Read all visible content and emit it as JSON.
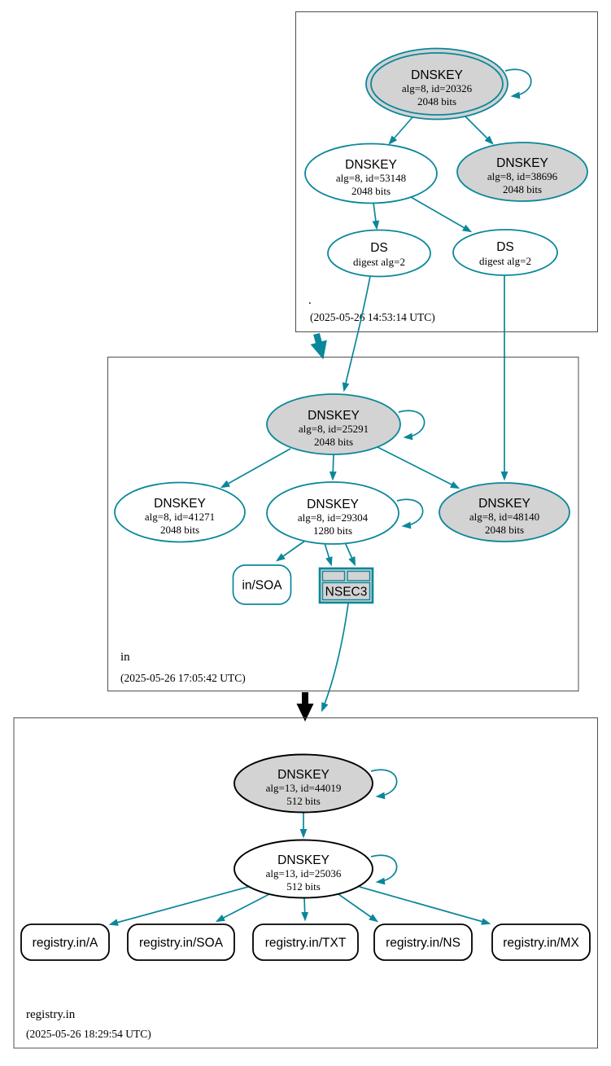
{
  "colors": {
    "secure_teal": "#0a879a",
    "insecure_black": "#000000",
    "key_fill_gray": "#d3d3d3",
    "node_fill_white": "#ffffff",
    "zone_box_border": "#4f4f4f"
  },
  "zones": {
    "root": {
      "label": ".",
      "timestamp": "(2025-05-26 14:53:14 UTC)"
    },
    "in": {
      "label": "in",
      "timestamp": "(2025-05-26 17:05:42 UTC)"
    },
    "registry_in": {
      "label": "registry.in",
      "timestamp": "(2025-05-26 18:29:54 UTC)"
    }
  },
  "nodes": {
    "root_ksk_20326": {
      "title": "DNSKEY",
      "detail": "alg=8, id=20326",
      "bits": "2048 bits"
    },
    "root_dnskey_53148": {
      "title": "DNSKEY",
      "detail": "alg=8, id=53148",
      "bits": "2048 bits"
    },
    "root_dnskey_38696": {
      "title": "DNSKEY",
      "detail": "alg=8, id=38696",
      "bits": "2048 bits"
    },
    "root_ds_left": {
      "title": "DS",
      "detail": "digest alg=2"
    },
    "root_ds_right": {
      "title": "DS",
      "detail": "digest alg=2"
    },
    "in_dnskey_25291": {
      "title": "DNSKEY",
      "detail": "alg=8, id=25291",
      "bits": "2048 bits"
    },
    "in_dnskey_41271": {
      "title": "DNSKEY",
      "detail": "alg=8, id=41271",
      "bits": "2048 bits"
    },
    "in_dnskey_29304": {
      "title": "DNSKEY",
      "detail": "alg=8, id=29304",
      "bits": "1280 bits"
    },
    "in_dnskey_48140": {
      "title": "DNSKEY",
      "detail": "alg=8, id=48140",
      "bits": "2048 bits"
    },
    "in_soa": {
      "label": "in/SOA"
    },
    "in_nsec3": {
      "label": "NSEC3"
    },
    "reg_dnskey_44019": {
      "title": "DNSKEY",
      "detail": "alg=13, id=44019",
      "bits": "512 bits"
    },
    "reg_dnskey_25036": {
      "title": "DNSKEY",
      "detail": "alg=13, id=25036",
      "bits": "512 bits"
    },
    "reg_rrset_a": {
      "label": "registry.in/A"
    },
    "reg_rrset_soa": {
      "label": "registry.in/SOA"
    },
    "reg_rrset_txt": {
      "label": "registry.in/TXT"
    },
    "reg_rrset_ns": {
      "label": "registry.in/NS"
    },
    "reg_rrset_mx": {
      "label": "registry.in/MX"
    }
  }
}
